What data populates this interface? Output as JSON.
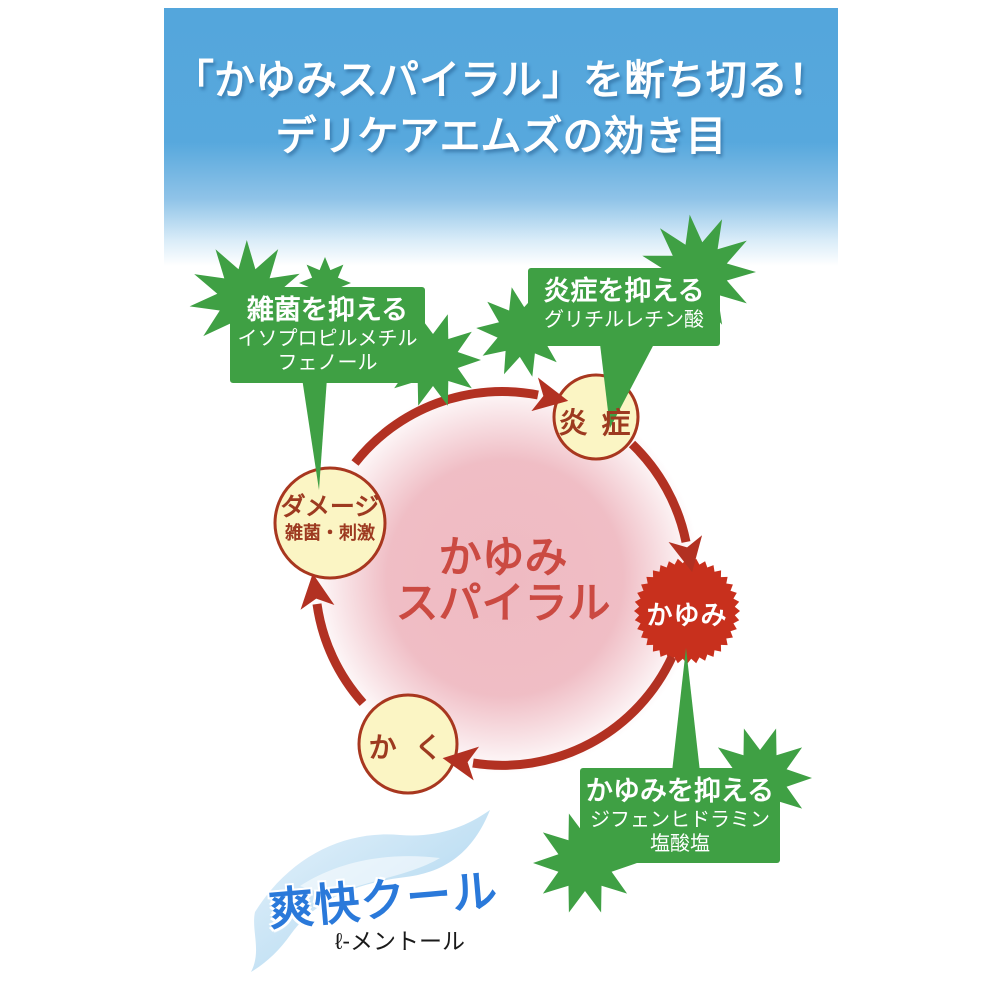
{
  "header": {
    "title_line1": "「かゆみスパイラル」を断ち切る！",
    "title_line2": "デリケアエムズの効き目"
  },
  "diagram": {
    "center_label_line1": "かゆみ",
    "center_label_line2": "スパイラル",
    "nodes": {
      "inflammation": "炎 症",
      "itch": "かゆみ",
      "scratch": "か く",
      "damage_title": "ダメージ",
      "damage_sub": "雑菌・刺激"
    },
    "badges": {
      "germs": {
        "title": "雑菌を抑える",
        "ingredient_line1": "イソプロピルメチル",
        "ingredient_line2": "フェノール"
      },
      "inflammation": {
        "title": "炎症を抑える",
        "ingredient_line1": "グリチルレチン酸"
      },
      "itch": {
        "title": "かゆみを抑える",
        "ingredient_line1": "ジフェンヒドラミン",
        "ingredient_line2": "塩酸塩"
      }
    }
  },
  "footer": {
    "logo": "爽快クール",
    "ingredient": "ℓ-メントール"
  },
  "colors": {
    "header_blue": "#57a8dd",
    "badge_green": "#3fa044",
    "arrow_red": "#b23122",
    "itch_node_red": "#c8301d",
    "node_yellow_fill": "#fbf5c4",
    "node_border_red": "#a8371f",
    "node_text_red": "#9d3a20",
    "center_text_red": "#cb4a42",
    "spiral_pink": "#efbac2",
    "logo_blue": "#2a79da"
  }
}
